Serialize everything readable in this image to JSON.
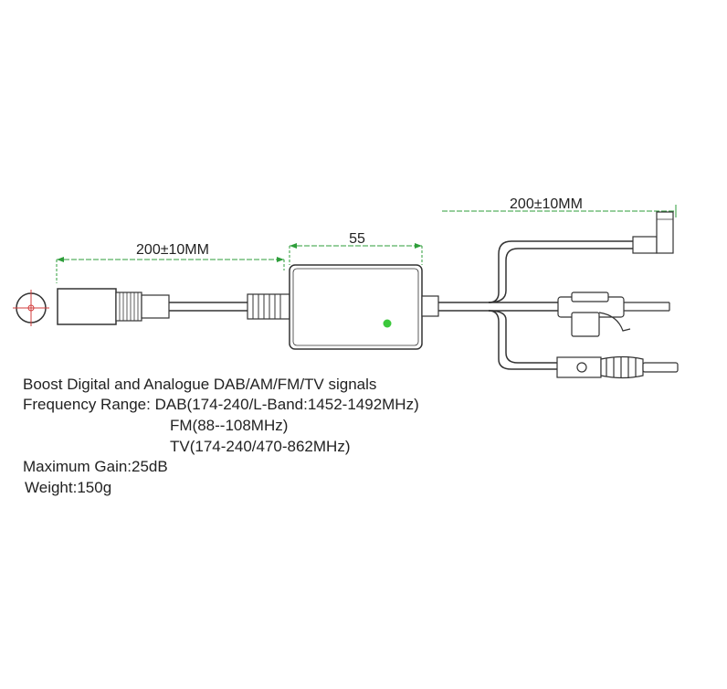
{
  "dimensions": {
    "left_cable": "200±10MM",
    "box_width": "55",
    "right_cable": "200±10MM"
  },
  "specs": {
    "line1": "Boost Digital and Analogue DAB/AM/FM/TV signals",
    "line2": "Frequency Range: DAB(174-240/L-Band:1452-1492MHz)",
    "line3": "FM(88--108MHz)",
    "line4": "TV(174-240/470-862MHz)",
    "line5": "Maximum Gain:25dB",
    "line6": "Weight:150g"
  },
  "colors": {
    "line": "#333333",
    "dimension": "#2e9e3a",
    "led": "#3cc83c",
    "crosshair": "#d23c3c"
  }
}
